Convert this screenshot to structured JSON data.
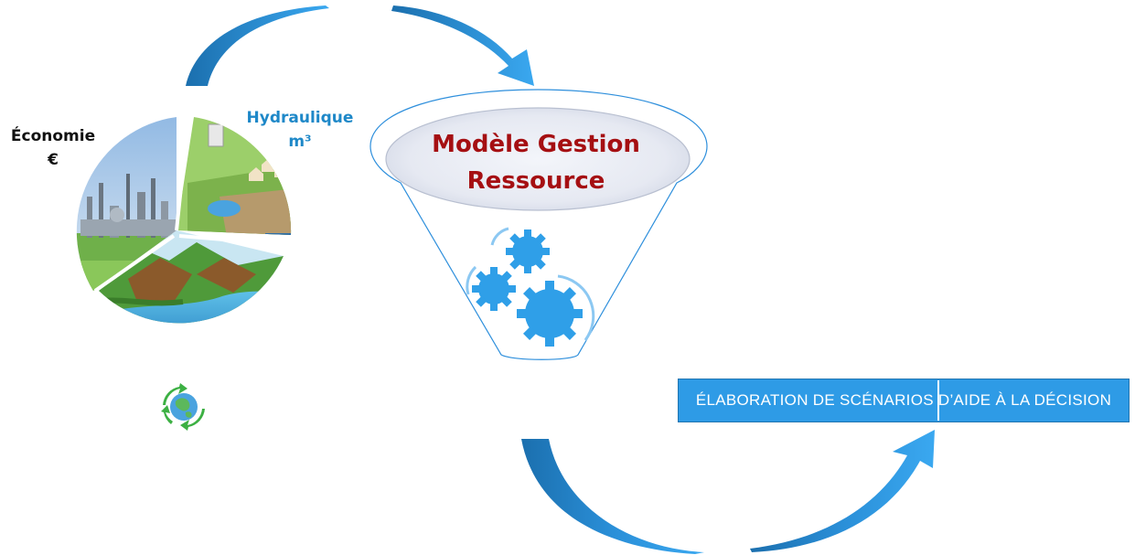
{
  "labels": {
    "economie_title": "Économie",
    "economie_unit": "€",
    "hydraulique_title": "Hydraulique",
    "hydraulique_unit": "m³"
  },
  "funnel": {
    "title_line1": "Modèle Gestion",
    "title_line2": "Ressource"
  },
  "scenario_box": {
    "text": "ÉLABORATION DE SCÉNARIOS D’AIDE À LA DÉCISION"
  },
  "colors": {
    "arrow_blue": "#2f9fe8",
    "arrow_dark": "#1b6fae",
    "funnel_title_red": "#a50f12",
    "hydraulique_blue": "#1e88c8",
    "gear_blue": "#2f9fe8",
    "box_blue": "#2e9be6"
  },
  "icons": {
    "recycle_globe": "recycle-globe-icon",
    "gears": "gears-icon"
  }
}
